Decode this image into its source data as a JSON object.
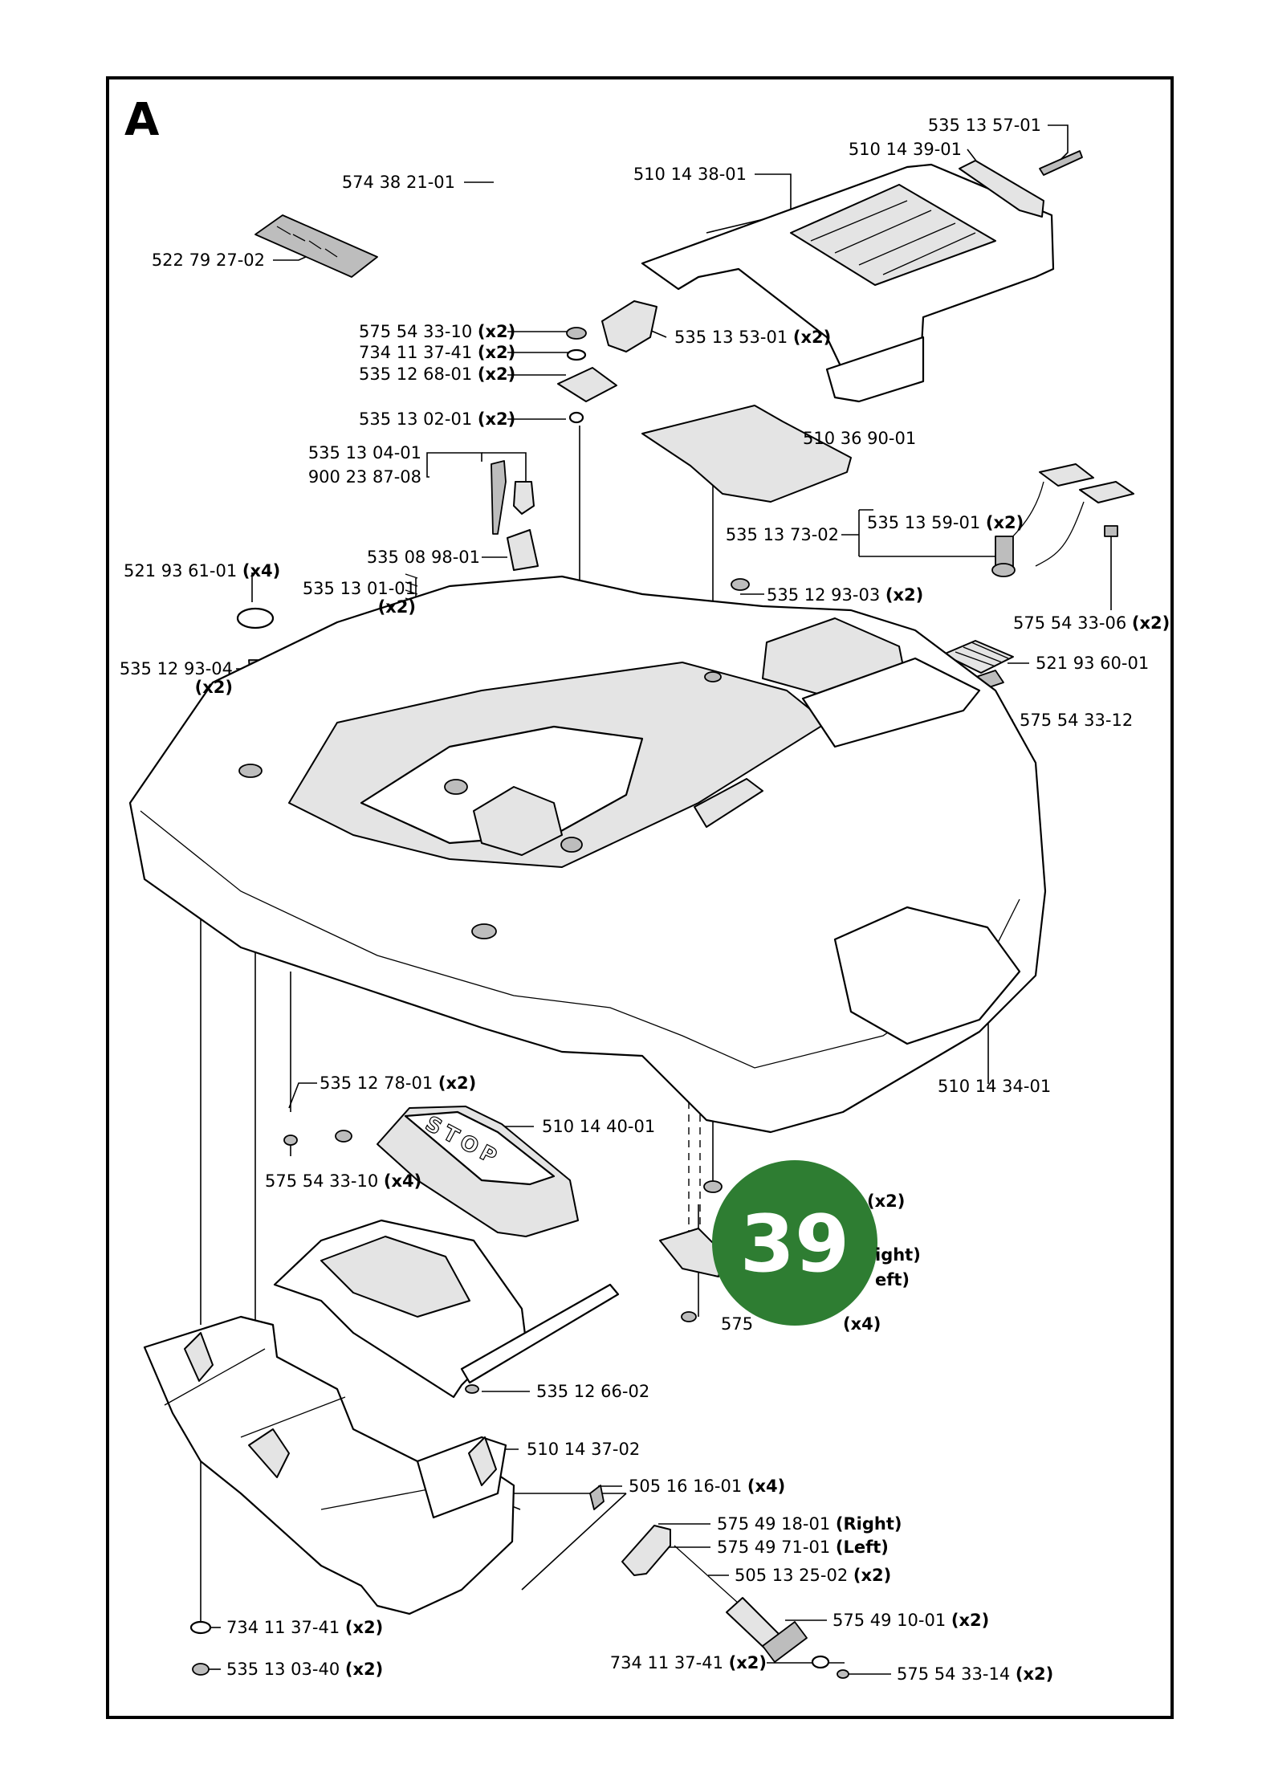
{
  "section_letter": "A",
  "page_badge": "39",
  "stop_text": "STOP",
  "colors": {
    "badge": "#2e7d32",
    "line": "#000000",
    "part_fill": "#ffffff",
    "shade": "#e4e4e4"
  },
  "callouts": [
    {
      "id": "p01",
      "code": "535 13 57-01",
      "qty": ""
    },
    {
      "id": "p02",
      "code": "510 14 39-01",
      "qty": ""
    },
    {
      "id": "p03",
      "code": "574 38 21-01",
      "qty": ""
    },
    {
      "id": "p04",
      "code": "510 14 38-01",
      "qty": ""
    },
    {
      "id": "p05",
      "code": "522 79 27-02",
      "qty": ""
    },
    {
      "id": "p06",
      "code": "575 54 33-10",
      "qty": "(x2)"
    },
    {
      "id": "p07",
      "code": "535 13 53-01",
      "qty": "(x2)"
    },
    {
      "id": "p08",
      "code": "734 11 37-41",
      "qty": "(x2)"
    },
    {
      "id": "p09",
      "code": "535 12 68-01",
      "qty": "(x2)"
    },
    {
      "id": "p10",
      "code": "535 13 02-01",
      "qty": "(x2)"
    },
    {
      "id": "p11",
      "code": "510 36 90-01",
      "qty": ""
    },
    {
      "id": "p12",
      "code": "535 13 04-01",
      "qty": ""
    },
    {
      "id": "p13",
      "code": "900 23 87-08",
      "qty": ""
    },
    {
      "id": "p14",
      "code": "535 13 59-01",
      "qty": "(x2)"
    },
    {
      "id": "p15",
      "code": "535 13 73-02",
      "qty": ""
    },
    {
      "id": "p16",
      "code": "535 08 98-01",
      "qty": ""
    },
    {
      "id": "p17",
      "code": "521 93 61-01",
      "qty": "(x4)"
    },
    {
      "id": "p18",
      "code": "535 13 01-01",
      "qty": "(x2)"
    },
    {
      "id": "p19",
      "code": "535 12 93-03",
      "qty": "(x2)"
    },
    {
      "id": "p20",
      "code": "575 54 33-06",
      "qty": "(x2)"
    },
    {
      "id": "p21",
      "code": "535 12 93-04",
      "qty": "(x2)"
    },
    {
      "id": "p22",
      "code": "521 93 60-01",
      "qty": ""
    },
    {
      "id": "p23",
      "code": "575 54 33-12",
      "qty": ""
    },
    {
      "id": "p24",
      "code": "510 14 34-01",
      "qty": ""
    },
    {
      "id": "p25",
      "code": "535 12 78-01",
      "qty": "(x2)"
    },
    {
      "id": "p26",
      "code": "510 14 40-01",
      "qty": ""
    },
    {
      "id": "p27",
      "code": "575 54 33-10",
      "qty": "(x4)"
    },
    {
      "id": "p28",
      "code": "",
      "qty": "(x2)"
    },
    {
      "id": "p29",
      "code": "ight)",
      "qty": ""
    },
    {
      "id": "p30",
      "code": "eft)",
      "qty": ""
    },
    {
      "id": "p31",
      "code": "575",
      "qty": "(x4)"
    },
    {
      "id": "p32",
      "code": "535 12 66-02",
      "qty": ""
    },
    {
      "id": "p33",
      "code": "510 14 37-02",
      "qty": ""
    },
    {
      "id": "p34",
      "code": "505 16 16-01",
      "qty": "(x4)"
    },
    {
      "id": "p35",
      "code": "575 49 18-01",
      "qty": "(Right)"
    },
    {
      "id": "p36",
      "code": "575 49 71-01",
      "qty": "(Left)"
    },
    {
      "id": "p37",
      "code": "505 13 25-02",
      "qty": "(x2)"
    },
    {
      "id": "p38",
      "code": "575 49 10-01",
      "qty": "(x2)"
    },
    {
      "id": "p39",
      "code": "734 11 37-41",
      "qty": "(x2)"
    },
    {
      "id": "p40",
      "code": "575 54 33-14",
      "qty": "(x2)"
    },
    {
      "id": "p41",
      "code": "734 11 37-41",
      "qty": "(x2)"
    },
    {
      "id": "p42",
      "code": "535 13 03-40",
      "qty": "(x2)"
    }
  ]
}
